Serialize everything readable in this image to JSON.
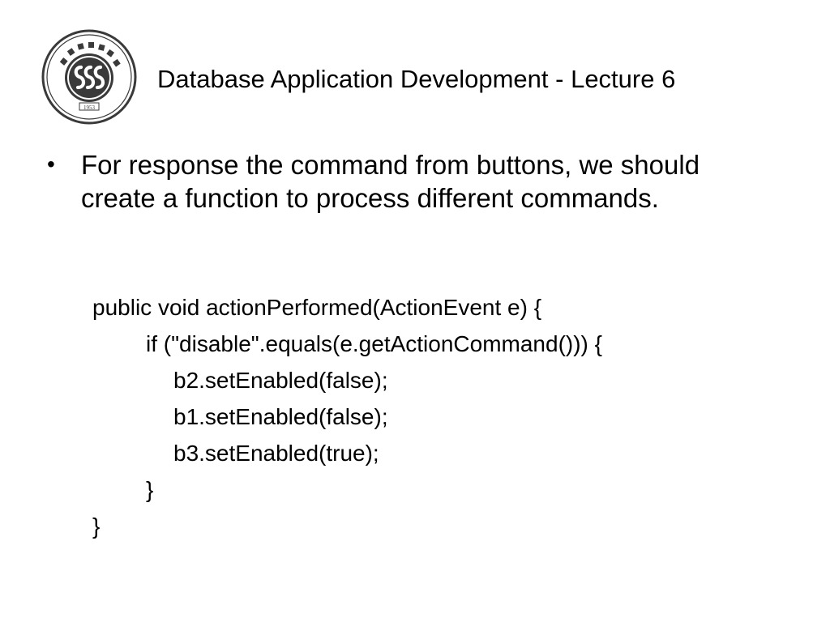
{
  "header": {
    "title": "Database Application Development - Lecture 6",
    "logo_icon": "college-seal-icon",
    "logo_year": "1953"
  },
  "content": {
    "bullet_marker": "•",
    "bullet_text": "For response the command from buttons, we should create a function to process different commands.",
    "code_lines": [
      "public void actionPerformed(ActionEvent e) {",
      "if (\"disable\".equals(e.getActionCommand())) {",
      "b2.setEnabled(false);",
      "b1.setEnabled(false);",
      "b3.setEnabled(true);",
      "}",
      "}"
    ]
  },
  "colors": {
    "text": "#000000",
    "logo": "#3a3a3a",
    "background": "#ffffff"
  }
}
